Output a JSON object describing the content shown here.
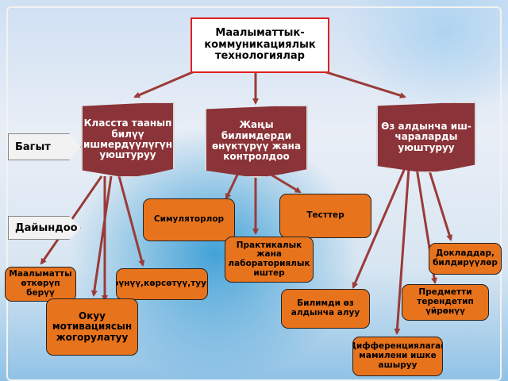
{
  "root": {
    "label": "Маалыматтык-коммуникациялык технологиялар"
  },
  "tags": {
    "direction": "Багыт",
    "preparation": "Дайындоо"
  },
  "directions": [
    {
      "label": "Класста таанып билүү ишмердүүлүгүн уюштуруу"
    },
    {
      "label": "Жаңы билимдерди өнүктүрүү жана контролдоо"
    },
    {
      "label": "Өз алдынча иш-чараларды уюштуруу"
    }
  ],
  "activities": {
    "simulators": "Симуляторлор",
    "tests": "Тесттер",
    "practical": "Практикалык жана лабораториялык иштер",
    "reports": "Докладдар, билдирүүлөр",
    "info": "Маалыматты өткөрүп берүү",
    "show": "Көрүнүү,көрсөтүү,тууроо",
    "independent": "Билимди өз алдынча алуу",
    "subject": "Предметти терендетип үйрөнүү",
    "motivation": "Окуу мотивациясын жогорулатуу",
    "differentiated": "Дифференциялаган мамилени ишке ашыруу"
  },
  "colors": {
    "maroon": "#8a3338",
    "orange": "#e8731d",
    "connector": "#9a3b38",
    "root_border": "#e02020"
  }
}
